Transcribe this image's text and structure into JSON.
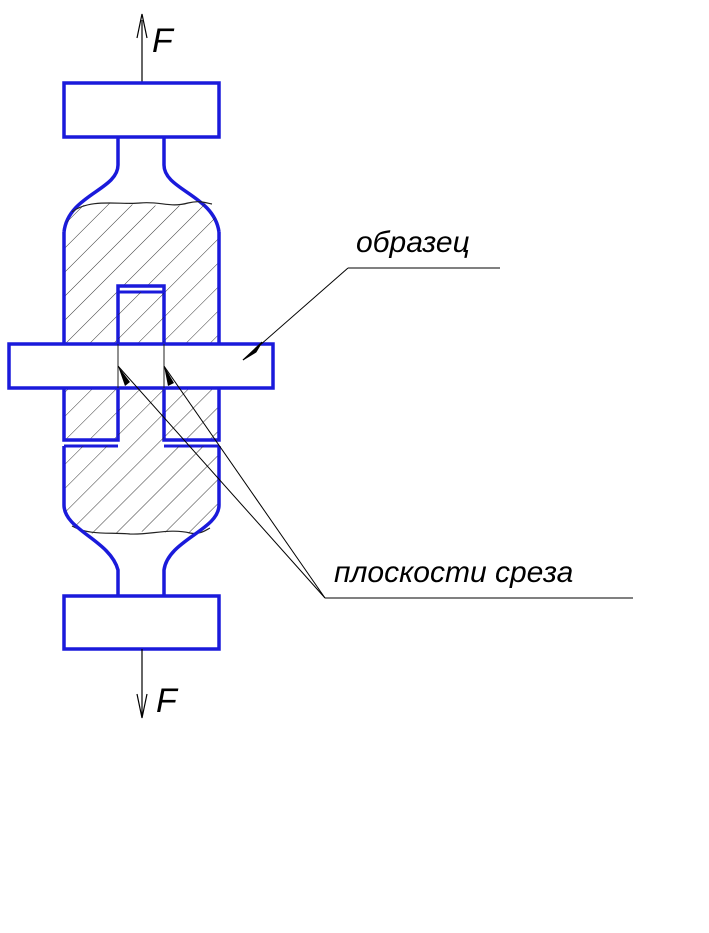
{
  "labels": {
    "force_top": "F",
    "force_bottom": "F",
    "specimen": "образец",
    "shear_planes": "плоскости среза"
  },
  "colors": {
    "outline": "#1a1adb",
    "hatch": "#222222",
    "leader": "#000000",
    "background": "#ffffff"
  }
}
